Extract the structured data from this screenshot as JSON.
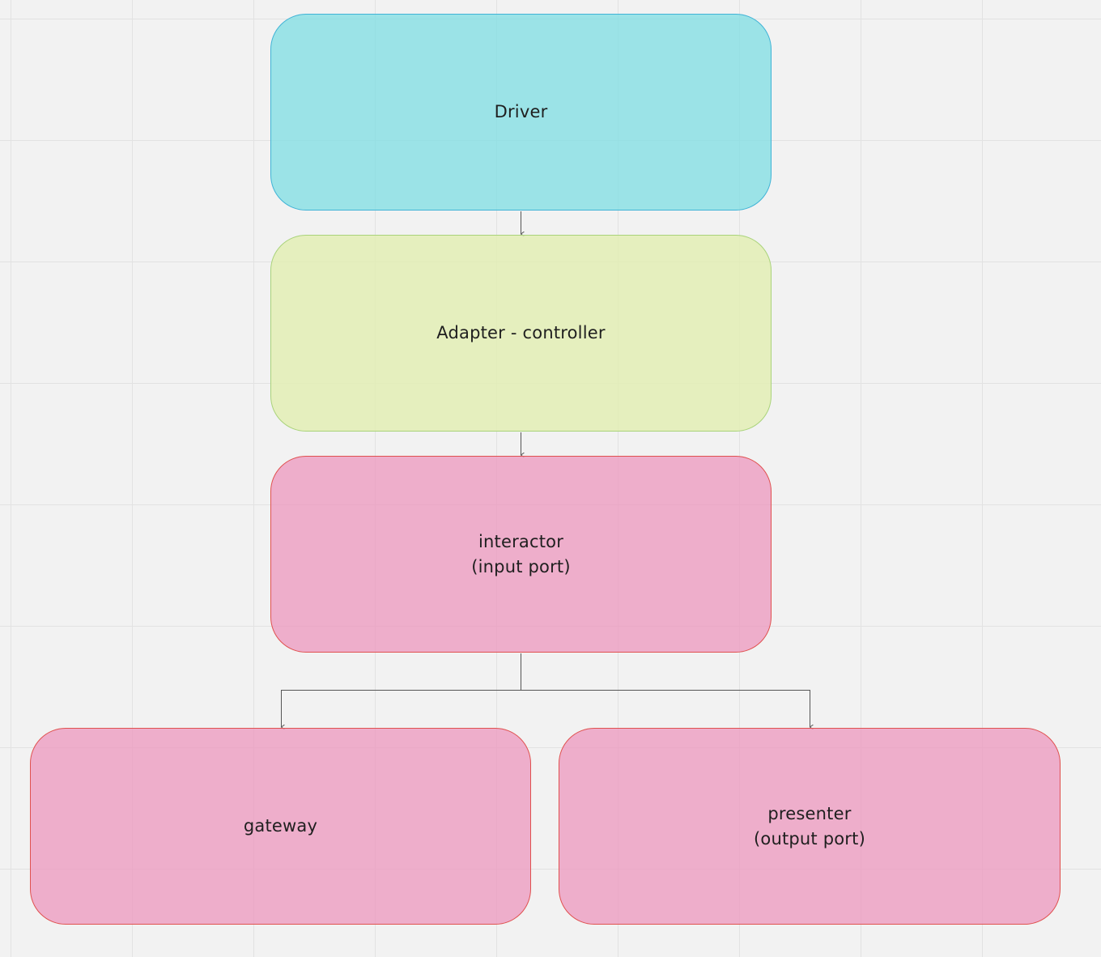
{
  "diagram": {
    "nodes": {
      "driver": {
        "label": "Driver",
        "fill": "#9ce2e6",
        "stroke": "#3fb3d6"
      },
      "adapter": {
        "label": "Adapter - controller",
        "fill": "#e6efbc",
        "stroke": "#a9d37a"
      },
      "interactor": {
        "label": "interactor\n(input port)",
        "fill": "#eca8c7",
        "stroke": "#e0514f"
      },
      "gateway": {
        "label": "gateway",
        "fill": "#eca8c7",
        "stroke": "#e0514f"
      },
      "presenter": {
        "label": "presenter\n(output port)",
        "fill": "#eca8c7",
        "stroke": "#e0514f"
      }
    },
    "edges": [
      {
        "from": "driver",
        "to": "adapter"
      },
      {
        "from": "adapter",
        "to": "interactor"
      },
      {
        "from": "interactor",
        "to": "gateway"
      },
      {
        "from": "interactor",
        "to": "presenter"
      }
    ],
    "colors": {
      "background": "#f2f2f2",
      "grid": "#e2e2e2",
      "connector": "#555555"
    }
  }
}
